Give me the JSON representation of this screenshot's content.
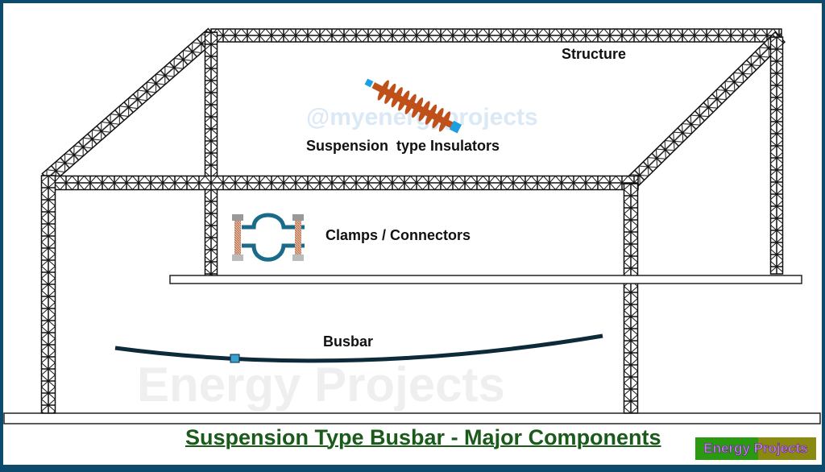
{
  "title": "Suspension Type Busbar - Major Components",
  "labels": {
    "structure": "Structure",
    "insulators": "Suspension  type Insulators",
    "clamps": "Clamps / Connectors",
    "busbar": "Busbar"
  },
  "watermarks": {
    "handle": "@myenergyprojects",
    "brand": "Energy Projects"
  },
  "logo": "Energy Projects",
  "colors": {
    "frame": "#0d4a6b",
    "insulator": "#c0501a",
    "insulator_end": "#1aa0e0",
    "clamp": "#1a6a8a",
    "busbar": "#0d2a3a",
    "title": "#1a5a1a"
  }
}
